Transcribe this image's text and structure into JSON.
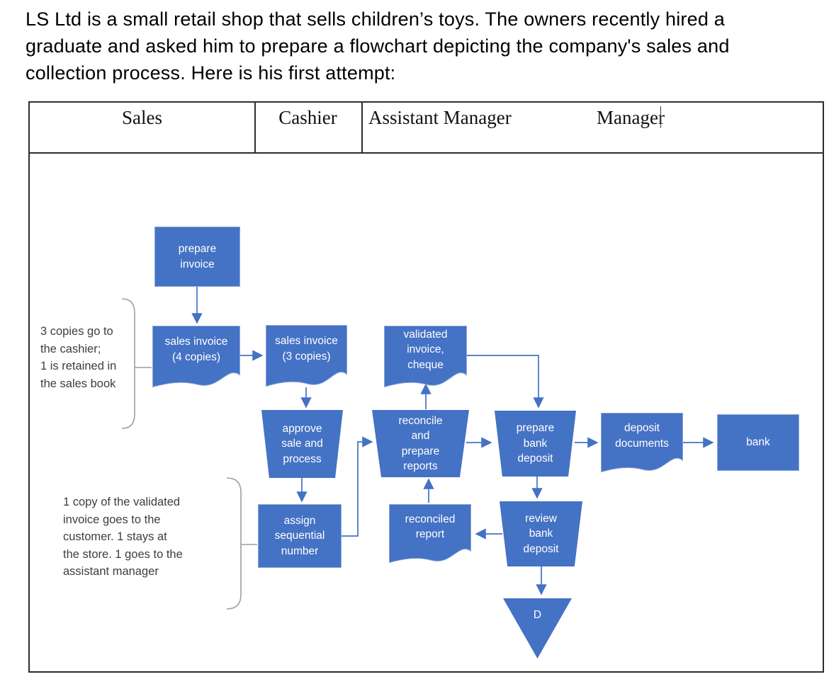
{
  "intro": "LS Ltd is a small retail shop that sells children’s toys. The owners recently hired a\ngraduate and asked him to prepare a flowchart depicting the company's sales and\ncollection process. Here is his first attempt:",
  "lanes": [
    {
      "label": "Sales"
    },
    {
      "label": "Cashier"
    },
    {
      "label": "Assistant Manager"
    },
    {
      "label": "Manager"
    }
  ],
  "nodes": {
    "prepare_invoice": {
      "label": "prepare\ninvoice",
      "shape": "process"
    },
    "sales_invoice_4": {
      "label": "sales invoice\n(4 copies)",
      "shape": "document"
    },
    "sales_invoice_3": {
      "label": "sales invoice\n(3 copies)",
      "shape": "document"
    },
    "validated_invoice": {
      "label": "validated\ninvoice,\ncheque",
      "shape": "document"
    },
    "approve_sale": {
      "label": "approve\nsale and\nprocess",
      "shape": "manual-operation"
    },
    "reconcile": {
      "label": "reconcile\nand\nprepare\nreports",
      "shape": "manual-operation"
    },
    "prepare_bank_deposit": {
      "label": "prepare\nbank\ndeposit",
      "shape": "manual-operation"
    },
    "deposit_documents": {
      "label": "deposit\ndocuments",
      "shape": "document"
    },
    "bank": {
      "label": "bank",
      "shape": "process"
    },
    "assign_number": {
      "label": "assign\nsequential\nnumber",
      "shape": "process"
    },
    "reconciled_report": {
      "label": "reconciled\nreport",
      "shape": "document"
    },
    "review_bank_deposit": {
      "label": "review\nbank\ndeposit",
      "shape": "manual-operation"
    },
    "offline_storage": {
      "label": "D",
      "shape": "offline-storage-triangle"
    }
  },
  "annotations": {
    "copies_note": "3 copies go to\nthe cashier;\n1 is retained in\nthe sales book",
    "validated_note": "1 copy of the validated\ninvoice goes to the\ncustomer. 1 stays at\nthe store. 1 goes to the\nassistant manager"
  },
  "colors": {
    "shape_fill": "#4472C4",
    "shape_text": "#ffffff",
    "connector": "#4472C4",
    "brace": "#9e9e9e",
    "annotation_text": "#3e3e3e"
  }
}
